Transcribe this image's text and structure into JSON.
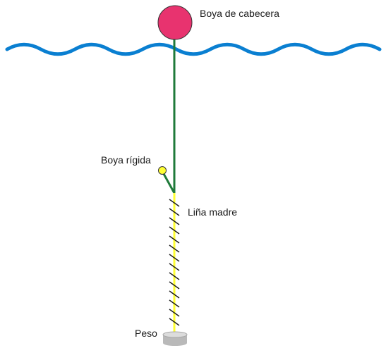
{
  "labels": {
    "head_buoy": "Boya de cabecera",
    "rigid_buoy": "Boya rígida",
    "main_line": "Liña madre",
    "weight": "Peso"
  },
  "colors": {
    "water": "#0a7fd1",
    "head_buoy_fill": "#e8336f",
    "vertical_rope": "#1f7a3a",
    "rigid_buoy_fill": "#ffff33",
    "main_line": "#ffff33",
    "hooks": "#1a1a1a",
    "weight": "#b9b9b9"
  },
  "icons": {
    "head_buoy": "circle-buoy-icon",
    "rigid_buoy": "small-circle-buoy-icon",
    "weight": "cylinder-weight-icon"
  }
}
